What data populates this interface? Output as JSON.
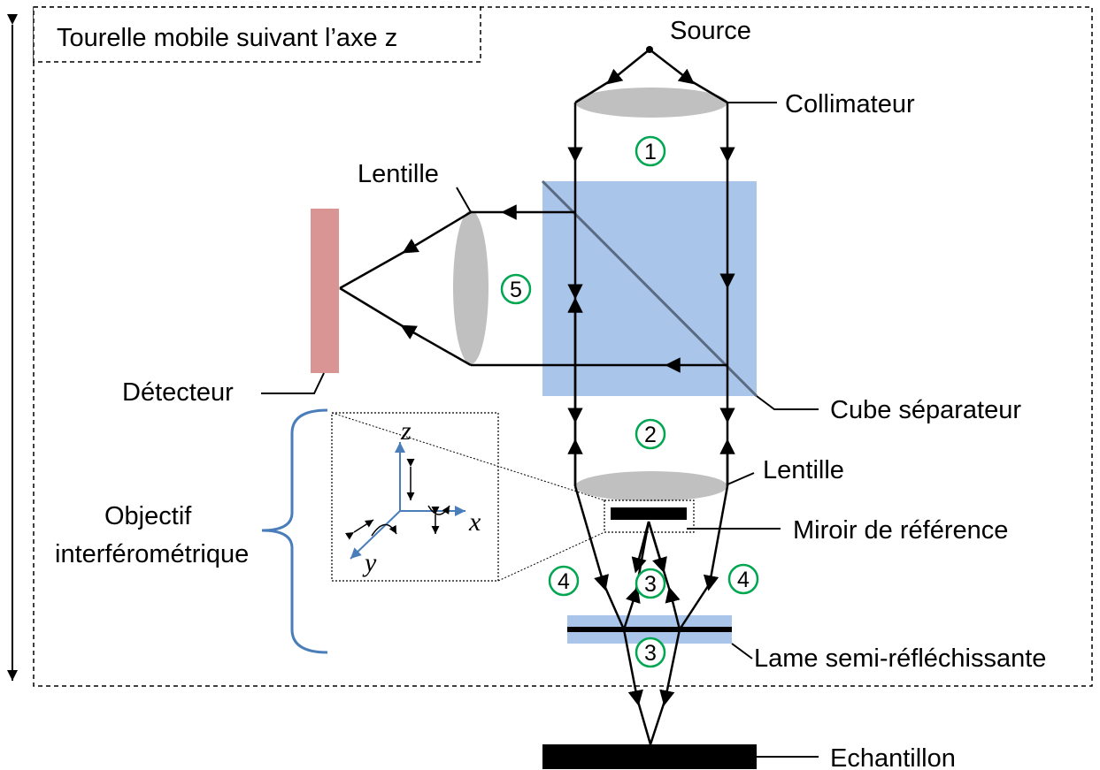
{
  "title": "Tourelle mobile suivant l’axe z",
  "labels": {
    "source": "Source",
    "collimateur": "Collimateur",
    "lentille_top": "Lentille",
    "detecteur": "Détecteur",
    "cube": "Cube séparateur",
    "lentille_bottom": "Lentille",
    "miroir": "Miroir de référence",
    "lame": "Lame semi-réfléchissante",
    "echantillon": "Echantillon",
    "objectif_line1": "Objectif",
    "objectif_line2": "interférométrique"
  },
  "axes": {
    "z": "z",
    "x": "x",
    "y": "y"
  },
  "markers": {
    "m1": "1",
    "m2": "2",
    "m3a": "3",
    "m3b": "3",
    "m4a": "4",
    "m4b": "4",
    "m5": "5"
  },
  "colors": {
    "cube": "#a9c5ea",
    "lens": "#c0c0c0",
    "detector": "#d99594",
    "marker": "#00a650",
    "brace": "#4a7ebb",
    "axis": "#4a7ebb",
    "lame": "#a9c5ea"
  }
}
